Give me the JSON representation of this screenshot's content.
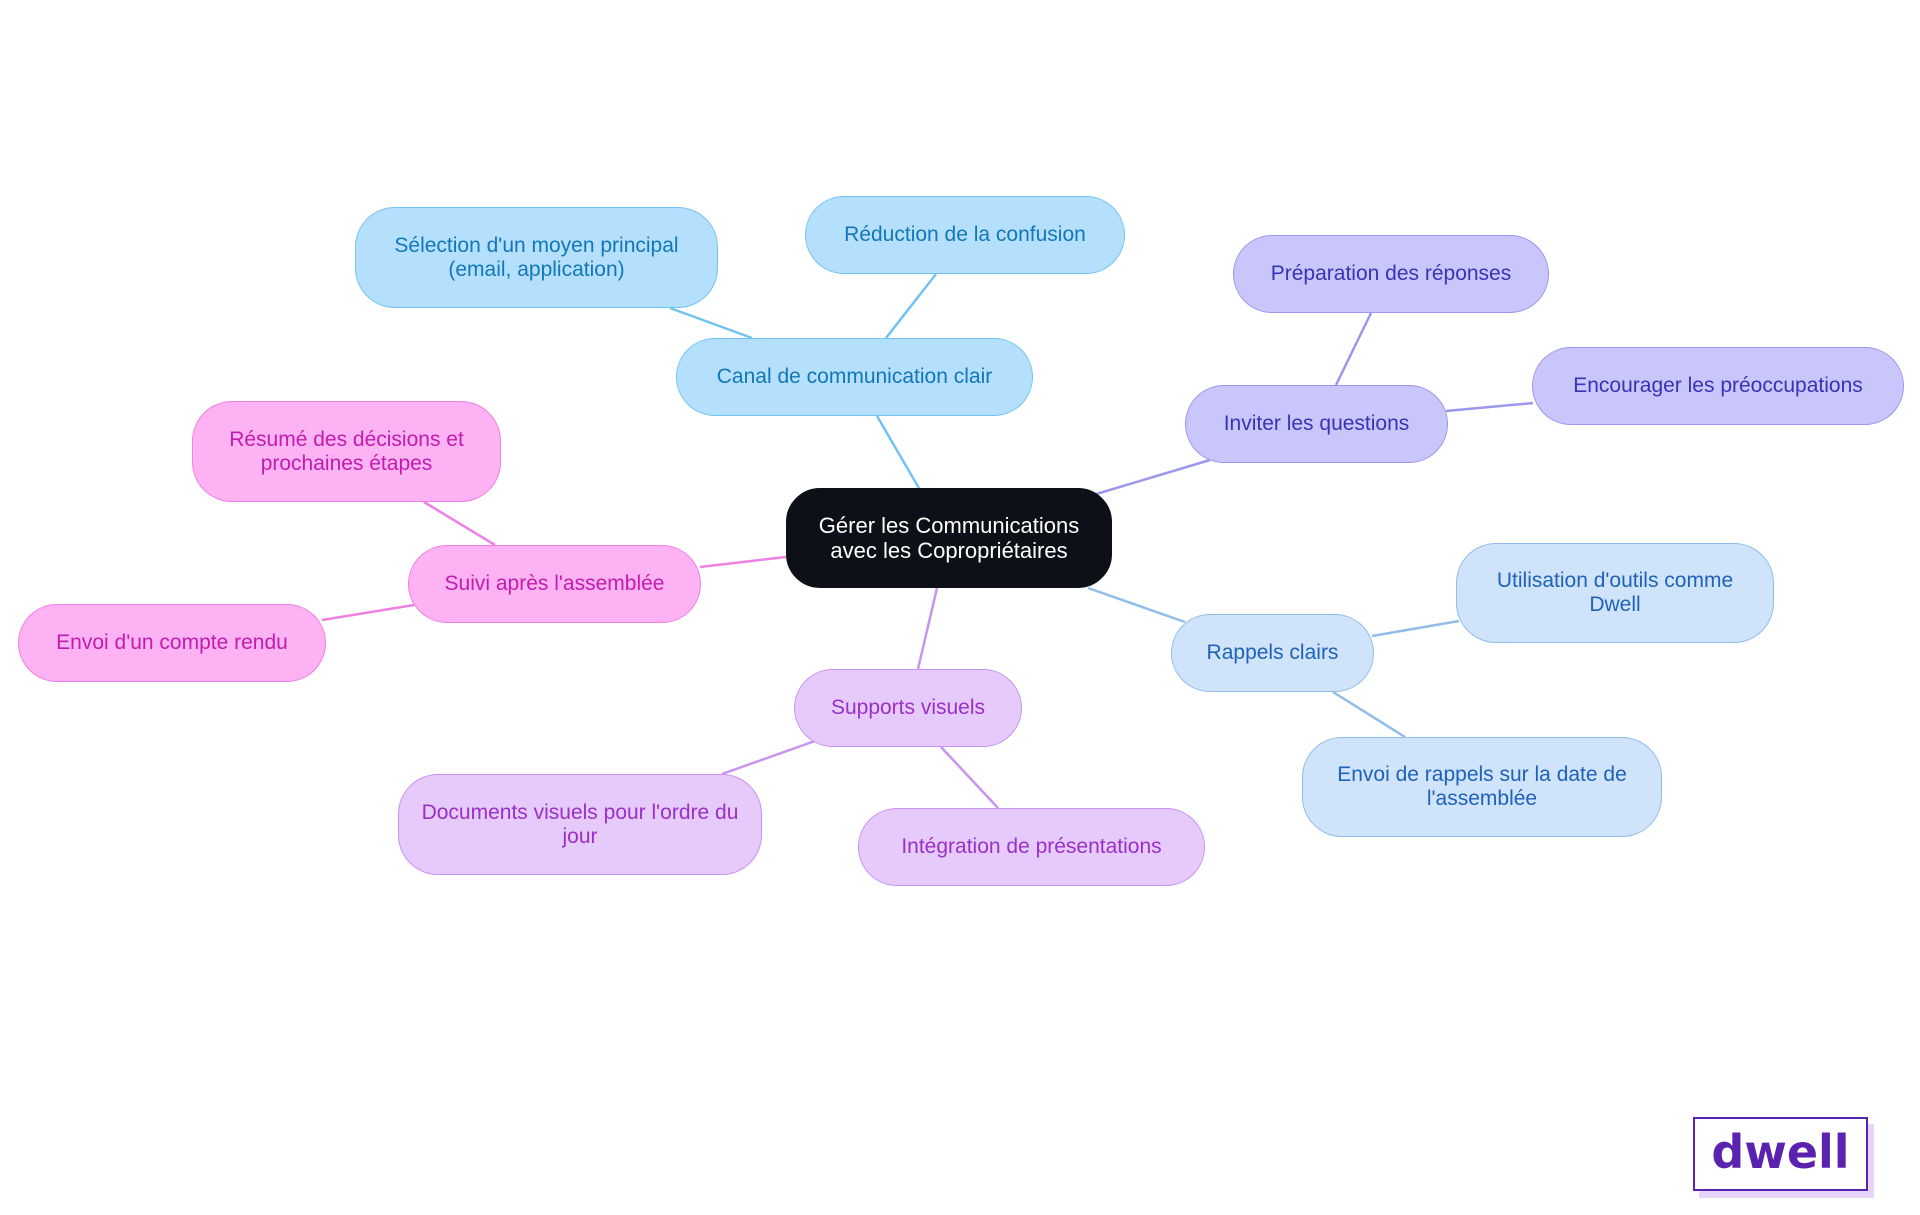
{
  "mindmap": {
    "root": {
      "label": "Gérer les Communications avec les Copropriétaires"
    },
    "branches": [
      {
        "label": "Canal de communication clair",
        "color": "#b5e0fd",
        "children": [
          {
            "label": "Sélection d'un moyen principal (email, application)"
          },
          {
            "label": "Réduction de la confusion"
          }
        ]
      },
      {
        "label": "Inviter les questions",
        "color": "#c8c6fb",
        "children": [
          {
            "label": "Préparation des réponses"
          },
          {
            "label": "Encourager les préoccupations"
          }
        ]
      },
      {
        "label": "Rappels clairs",
        "color": "#cfe3fb",
        "children": [
          {
            "label": "Utilisation d'outils comme Dwell"
          },
          {
            "label": "Envoi de rappels sur la date de l'assemblée"
          }
        ]
      },
      {
        "label": "Supports visuels",
        "color": "#e6cafc",
        "children": [
          {
            "label": "Documents visuels pour l'ordre du jour"
          },
          {
            "label": "Intégration de présentations"
          }
        ]
      },
      {
        "label": "Suivi après l'assemblée",
        "color": "#fdb2f4",
        "children": [
          {
            "label": "Résumé des décisions et prochaines étapes"
          },
          {
            "label": "Envoi d'un compte rendu"
          }
        ]
      }
    ]
  },
  "logo": {
    "text": "dwell",
    "color": "#5b22b0"
  }
}
